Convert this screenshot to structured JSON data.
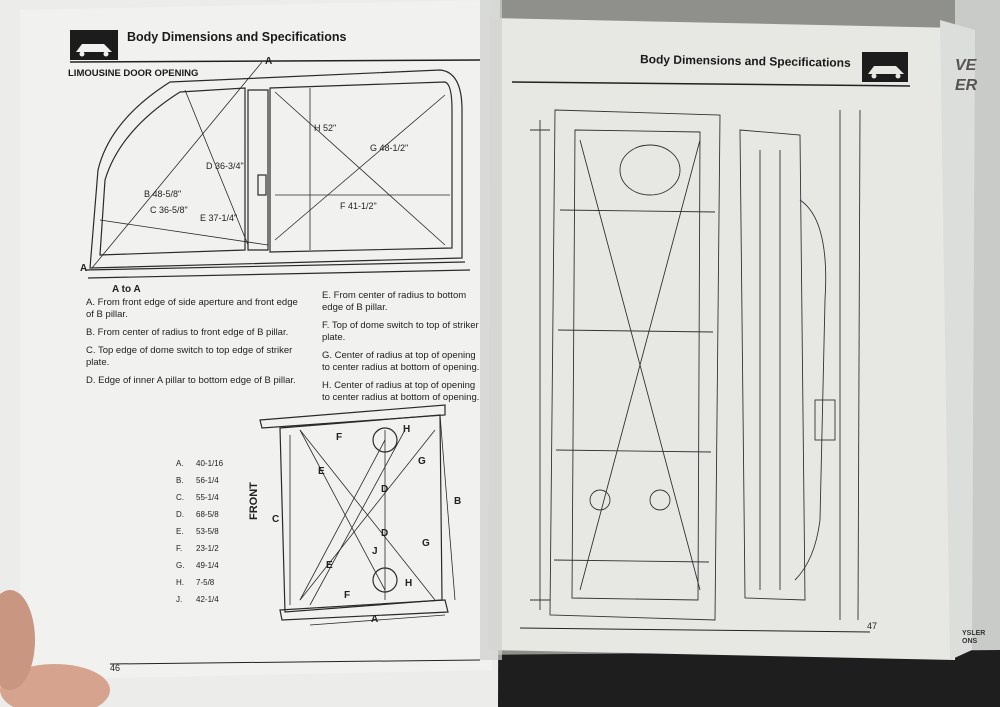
{
  "left_page": {
    "header": "Body Dimensions and Specifications",
    "section_title": "LIMOUSINE DOOR OPENING",
    "diagram_labels": {
      "a_top": "A",
      "a_bottom": "A",
      "a_to_a": "A to A",
      "h": "H 52\"",
      "g": "G 48-1/2\"",
      "d": "D 36-3/4\"",
      "b": "B 48-5/8\"",
      "c": "C 36-5/8\"",
      "e": "E 37-1/4\"",
      "f": "F 41-1/2\""
    },
    "notes_left": [
      "A. From front edge of side aperture and front edge of B pillar.",
      "B. From center of radius to front edge of B pillar.",
      "C. Top edge of dome switch to top edge of striker plate.",
      "D. Edge of inner A pillar to bottom edge of B pillar."
    ],
    "notes_right": [
      "E. From center of radius to bottom edge of B pillar.",
      "F. Top of dome switch to top of striker plate.",
      "G. Center of radius at top of opening to center radius at bottom of opening.",
      "H. Center of radius at top of opening to center radius at bottom of opening."
    ],
    "floor_dimensions": [
      {
        "key": "A.",
        "value": "40-1/16"
      },
      {
        "key": "B.",
        "value": "56-1/4"
      },
      {
        "key": "C.",
        "value": "55-1/4"
      },
      {
        "key": "D.",
        "value": "68-5/8"
      },
      {
        "key": "E.",
        "value": "53-5/8"
      },
      {
        "key": "F.",
        "value": "23-1/2"
      },
      {
        "key": "G.",
        "value": "49-1/4"
      },
      {
        "key": "H.",
        "value": "7-5/8"
      },
      {
        "key": "J.",
        "value": "42-1/4"
      }
    ],
    "floor_labels": {
      "front": "FRONT",
      "a": "A",
      "b": "B",
      "c": "C",
      "d1": "D",
      "d2": "D",
      "e1": "E",
      "e2": "E",
      "f1": "F",
      "f2": "F",
      "g1": "G",
      "g2": "G",
      "h1": "H",
      "h2": "H",
      "j": "J"
    },
    "page_number": "46"
  },
  "right_page": {
    "header": "Body Dimensions and Specifications",
    "page_number": "47",
    "side_tab_letters": "VE\nER",
    "corner_text": "YSLER\nONS"
  },
  "colors": {
    "paper": "#ecedea",
    "paper_right": "#e6e7e3",
    "ink": "#2a2a2a",
    "background": "#8a8a88",
    "black_bar": "#1c1c1c"
  },
  "icons": [
    "limousine-logo-icon"
  ]
}
